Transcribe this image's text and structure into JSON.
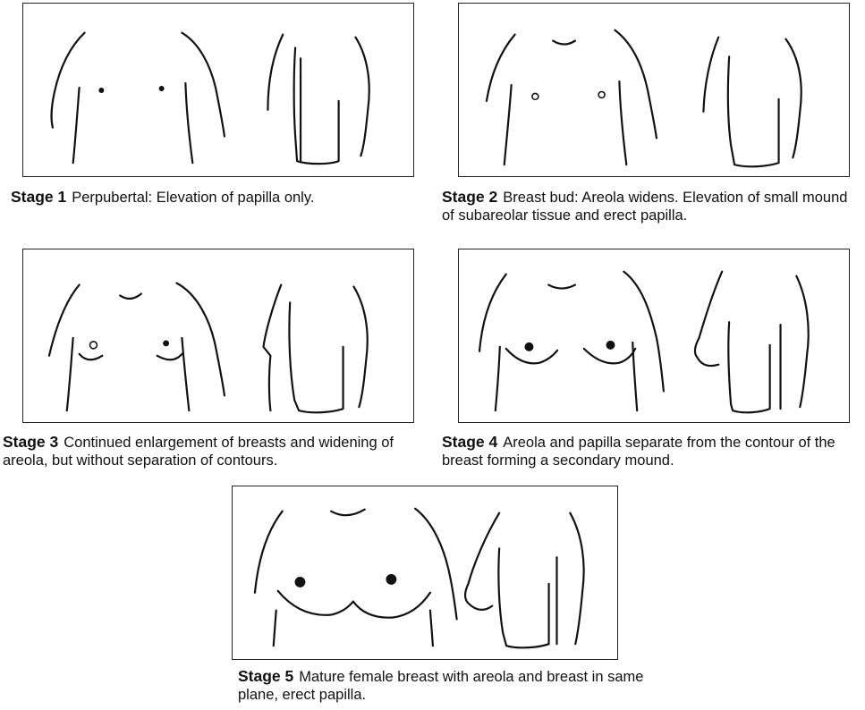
{
  "stages": [
    {
      "label": "Stage 1",
      "text": "Perpubertal: Elevation of papilla only."
    },
    {
      "label": "Stage 2",
      "text": "Breast bud: Areola widens. Elevation of small mound of subareolar tissue and erect papilla."
    },
    {
      "label": "Stage 3",
      "text": "Continued enlargement of breasts and widening of areola, but without separation of contours."
    },
    {
      "label": "Stage 4",
      "text": "Areola and papilla separate from the contour of the breast forming a secondary mound."
    },
    {
      "label": "Stage 5",
      "text": "Mature female breast with areola and breast in same plane, erect papilla."
    }
  ]
}
